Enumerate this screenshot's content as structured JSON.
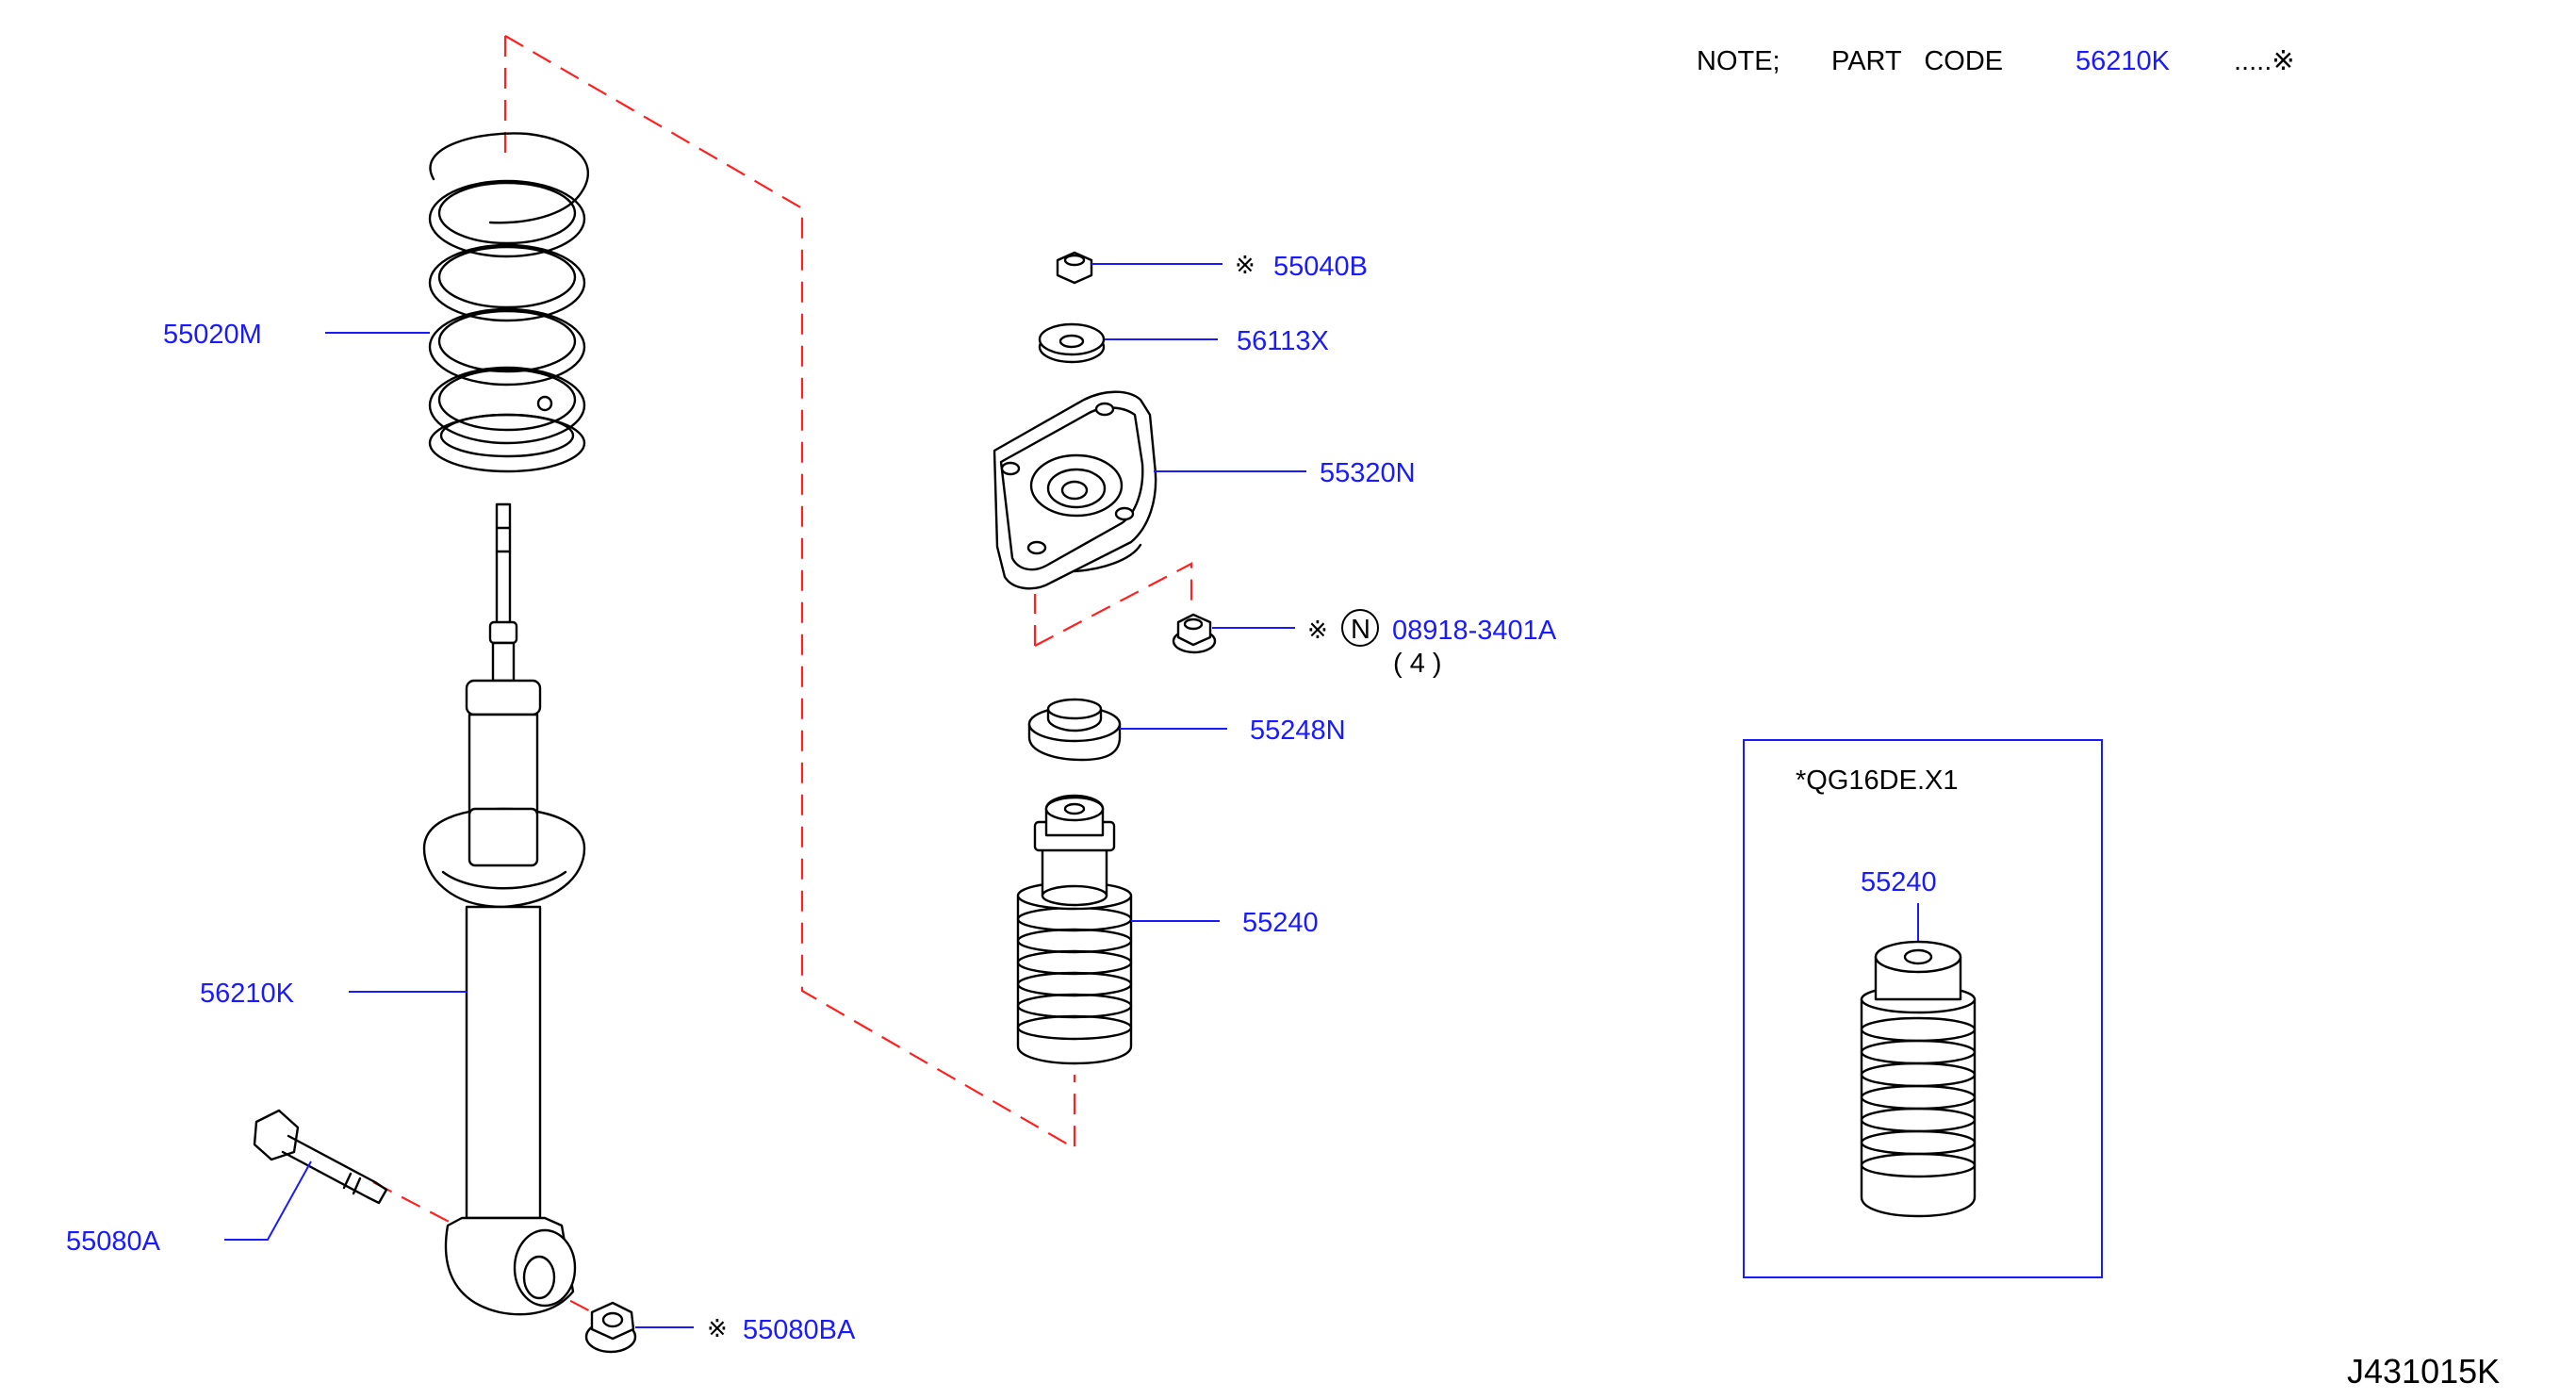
{
  "note": {
    "prefix": "NOTE;",
    "label": "PART   CODE",
    "code": "56210K",
    "suffix": ".....※"
  },
  "parts": {
    "spring": "55020M",
    "absorber": "56210K",
    "bolt": "55080A",
    "lower_nut": "55080BA",
    "top_nut": "55040B",
    "washer": "56113X",
    "mount": "55320N",
    "flange_nut": "08918-3401A",
    "flange_nut_qty": "( 4 )",
    "bump_seat": "55248N",
    "bound_bumper": "55240"
  },
  "markers": {
    "asterisk": "※",
    "n_circle": "N"
  },
  "inset": {
    "title": "*QG16DE.X1",
    "part": "55240"
  },
  "diagram_code": "J431015K",
  "colors": {
    "label_blue": "#1a1aff",
    "phantom_red": "#ff2020"
  }
}
